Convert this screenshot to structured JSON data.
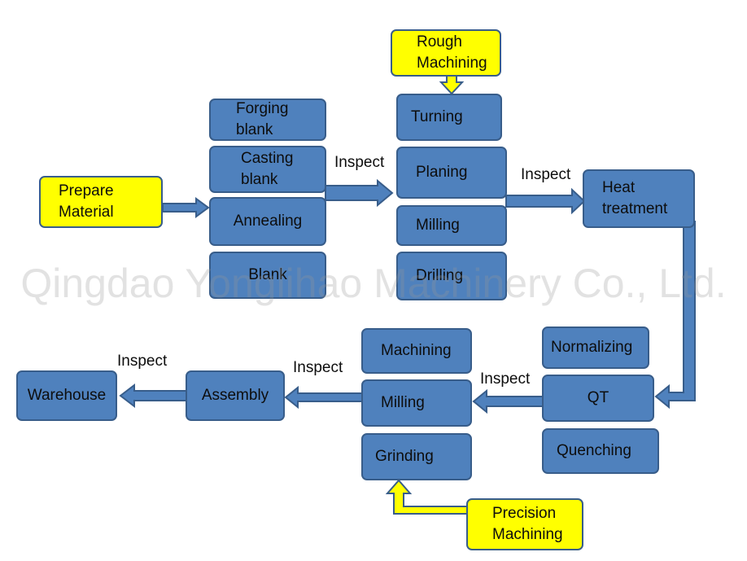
{
  "diagram": {
    "watermark": "Qingdao Yonglihao Machinery Co., Ltd.",
    "colors": {
      "process_fill": "#4f81bd",
      "process_border": "#385d8a",
      "highlight_fill": "#ffff00",
      "arrow_fill": "#4f81bd",
      "highlight_arrow_fill": "#ffff00"
    },
    "nodes": {
      "prepare_material": "Prepare\nMaterial",
      "forging_blank": "Forging\nblank",
      "casting_blank": "Casting\nblank",
      "annealing": "Annealing",
      "blank": "Blank",
      "rough_machining": "Rough\nMachining",
      "turning": "Turning",
      "planing": "Planing",
      "milling_rough": "Milling",
      "drilling": "Drilling",
      "heat_treatment": "Heat\ntreatment",
      "normalizing": "Normalizing",
      "qt": "QT",
      "quenching": "Quenching",
      "machining": "Machining",
      "milling_precision": "Milling",
      "grinding": "Grinding",
      "precision_machining": "Precision\nMachining",
      "assembly": "Assembly",
      "warehouse": "Warehouse"
    },
    "edge_labels": {
      "blank_to_rough": "Inspect",
      "rough_to_heat": "Inspect",
      "qt_to_precision": "Inspect",
      "precision_to_assembly": "Inspect",
      "assembly_to_warehouse": "Inspect"
    }
  }
}
